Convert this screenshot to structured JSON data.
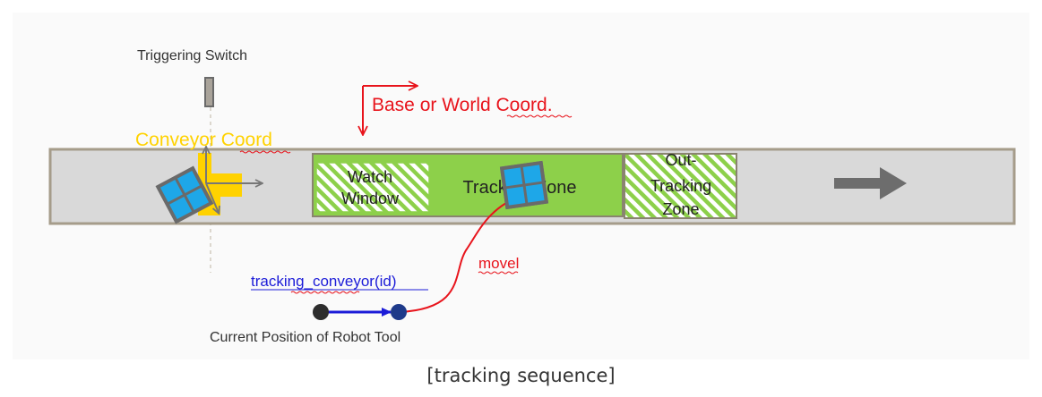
{
  "diagram": {
    "trigger_label": "Triggering Switch",
    "base_coord_label": "Base or World Coord.",
    "conveyor_coord_label": "Conveyor Coord",
    "watch_window_line1": "Watch",
    "watch_window_line2": "Window",
    "tracking_zone_label": "Tracking Zone",
    "out_zone_line1": "Out-",
    "out_zone_line2": "Tracking",
    "out_zone_line3": "Zone",
    "movel_label": "movel",
    "tracking_conveyor_label": "tracking_conveyor(id)",
    "robot_tool_label": "Current Position of Robot Tool"
  },
  "caption": "[tracking sequence]",
  "colors": {
    "conveyor_fill": "#d9d9d9",
    "conveyor_border": "#a59c8a",
    "tracking_zone": "#8dd04a",
    "hatch": "#8dd04a",
    "box_blue": "#1ea7e8",
    "box_border": "#6a6a6a",
    "conveyor_axes": "#ffd200",
    "base_axes": "#e8141c",
    "blue_label": "#1c1cd8",
    "dark_arrow": "#666666"
  }
}
